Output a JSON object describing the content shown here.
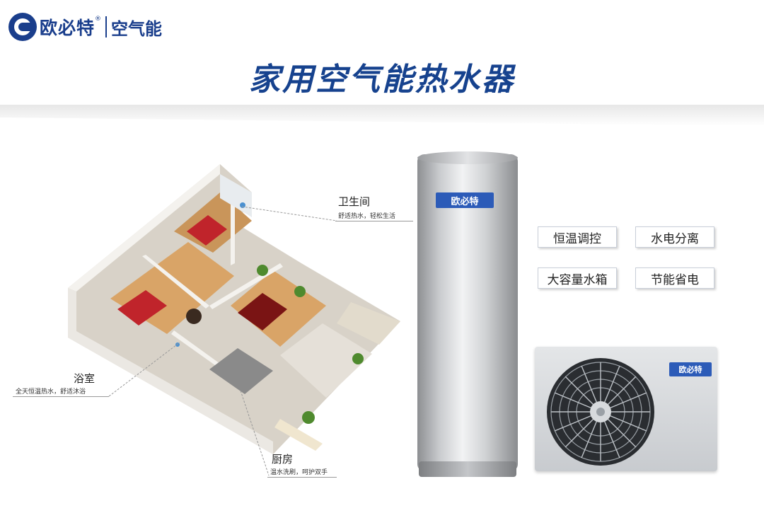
{
  "header": {
    "brand": "欧必特",
    "reg": "®",
    "sub": "空气能"
  },
  "title": "家用空气能热水器",
  "callouts": [
    {
      "title": "卫生间",
      "sub": "舒适热水，轻松生活"
    },
    {
      "title": "浴室",
      "sub": "全天恒温热水，舒适沐浴"
    },
    {
      "title": "厨房",
      "sub": "温水洗刷，呵护双手"
    }
  ],
  "features": [
    "恒温调控",
    "水电分离",
    "大容量水箱",
    "节能省电"
  ],
  "product": {
    "tank_label": "欧必特",
    "unit_label": "欧必特"
  },
  "colors": {
    "brand": "#1a3e8c",
    "title": "#16428e",
    "label_bg": "#2c5bb8"
  }
}
